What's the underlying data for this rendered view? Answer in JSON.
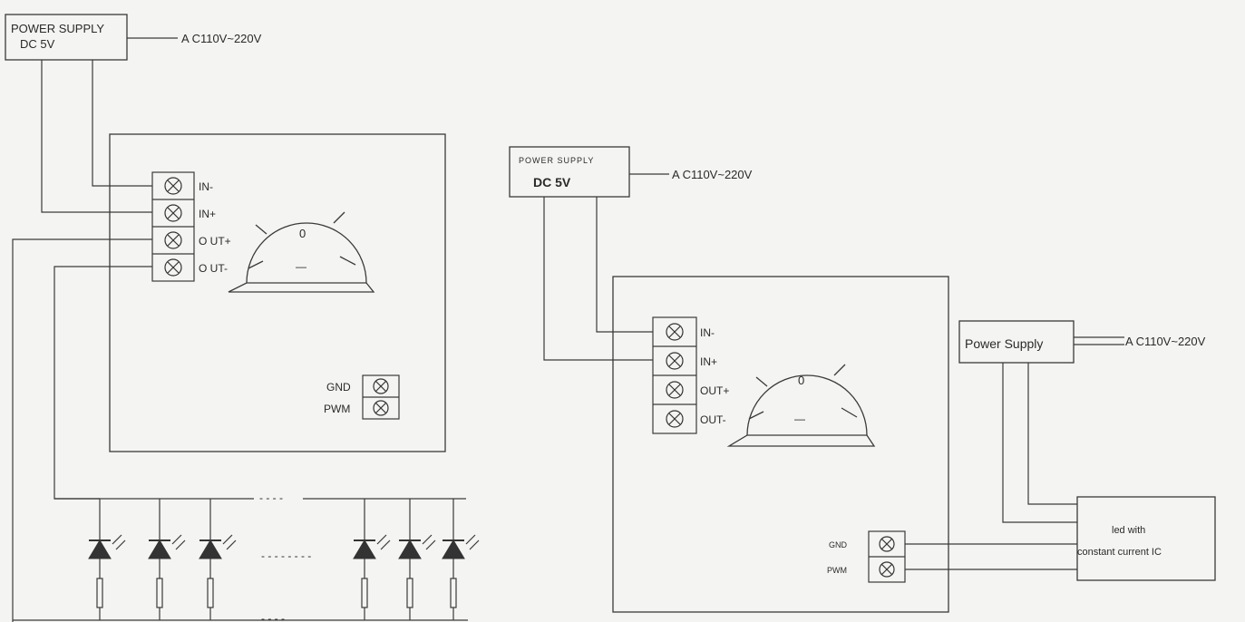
{
  "left": {
    "psu_line1": "POWER SUPPLY",
    "psu_line2": "DC 5V",
    "ac_label": "A C110V~220V",
    "terminals": [
      "IN-",
      "IN+",
      "O UT+",
      "O UT-"
    ],
    "gnd": "GND",
    "pwm": "PWM",
    "dashes_top": "- - - -",
    "dashes_mid": "- - - - - - - -",
    "dashes_bottom": "- - - -",
    "gauge_top": "0",
    "gauge_mid": "—"
  },
  "right": {
    "psu_line1": "POWER SUPPLY",
    "psu_line2": "DC 5V",
    "ac_label": "A C110V~220V",
    "terminals": [
      "IN-",
      "IN+",
      "OUT+",
      "OUT-"
    ],
    "gnd": "GND",
    "pwm": "PWM",
    "psu2": "Power Supply",
    "ac_label2": "A C110V~220V",
    "led_line1": "led with",
    "led_line2": "constant current IC",
    "gauge_top": "0",
    "gauge_mid": "—"
  }
}
